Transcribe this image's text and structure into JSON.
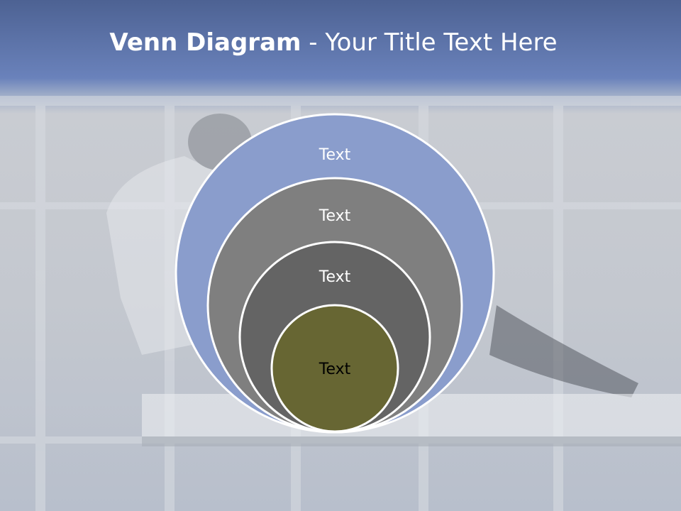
{
  "slide": {
    "title_bold": "Venn Diagram",
    "title_rest": " - Your Title Text Here"
  },
  "venn": {
    "circles": [
      {
        "label": "Text",
        "color": "#8a9dcc"
      },
      {
        "label": "Text",
        "color": "#7f7f7f"
      },
      {
        "label": "Text",
        "color": "#646464"
      },
      {
        "label": "Text",
        "color": "#676633"
      }
    ],
    "outline_color": "#ffffff"
  }
}
